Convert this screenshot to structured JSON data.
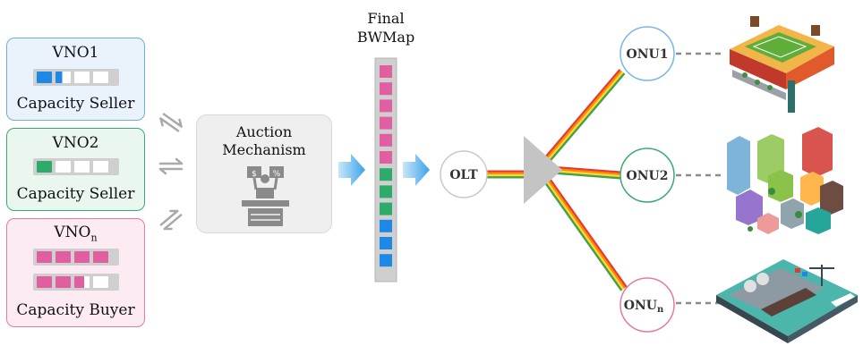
{
  "vnos": [
    {
      "title": "VNO1",
      "role": "Capacity Seller"
    },
    {
      "title": "VNO2",
      "role": "Capacity Seller"
    },
    {
      "title_main": "VNO",
      "title_sub": "n",
      "role": "Capacity Buyer"
    }
  ],
  "auction": {
    "line1": "Auction",
    "line2": "Mechanism"
  },
  "final_bwmap": {
    "line1": "Final",
    "line2": "BWMap"
  },
  "olt": {
    "label": "OLT"
  },
  "onus": [
    {
      "label_main": "ONU1",
      "label_sub": ""
    },
    {
      "label_main": "ONU2",
      "label_sub": ""
    },
    {
      "label_main": "ONU",
      "label_sub": "n"
    }
  ],
  "colors": {
    "vno1_accent": "#4a9ee8",
    "vno2_accent": "#3aaa74",
    "vnon_accent": "#e05fa0",
    "slot_blue": "#1e88e5",
    "slot_green": "#2eaa6a",
    "slot_pink": "#e05fa0",
    "arrow_blue": "#4faee8",
    "splitter_gray": "#c4c4c4"
  },
  "bwmap_slots": [
    "pink",
    "pink",
    "pink",
    "pink",
    "pink",
    "pink",
    "green",
    "green",
    "green",
    "blue",
    "blue",
    "blue"
  ],
  "icons": [
    "exchange-arrows-icon",
    "auctioneer-icon",
    "stadium-illustration",
    "city-buildings-illustration",
    "harbor-port-illustration"
  ]
}
